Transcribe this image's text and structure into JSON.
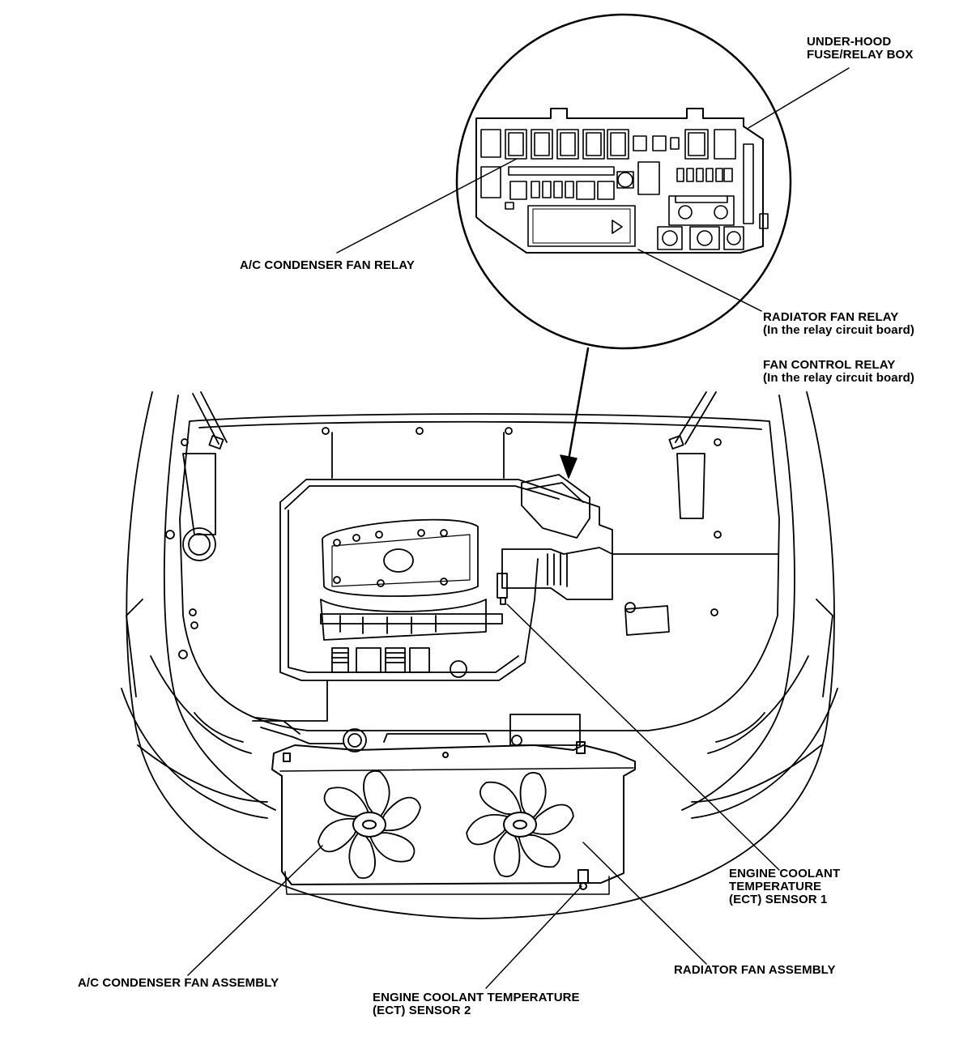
{
  "labels": {
    "fuse_box": [
      "UNDER-HOOD",
      "FUSE/RELAY BOX"
    ],
    "ac_condenser_fan_relay": "A/C CONDENSER FAN RELAY",
    "radiator_fan_relay": [
      "RADIATOR FAN RELAY",
      "(In the relay circuit board)"
    ],
    "fan_control_relay": [
      "FAN CONTROL RELAY",
      "(In the relay circuit board)"
    ],
    "ect_sensor_1": [
      "ENGINE COOLANT",
      "TEMPERATURE",
      "(ECT) SENSOR 1"
    ],
    "ac_condenser_fan_assembly": "A/C CONDENSER FAN ASSEMBLY",
    "radiator_fan_assembly": "RADIATOR FAN ASSEMBLY",
    "ect_sensor_2": [
      "ENGINE COOLANT TEMPERATURE",
      "(ECT) SENSOR 2"
    ]
  },
  "colors": {
    "ink": "#000000",
    "paper": "#ffffff"
  }
}
